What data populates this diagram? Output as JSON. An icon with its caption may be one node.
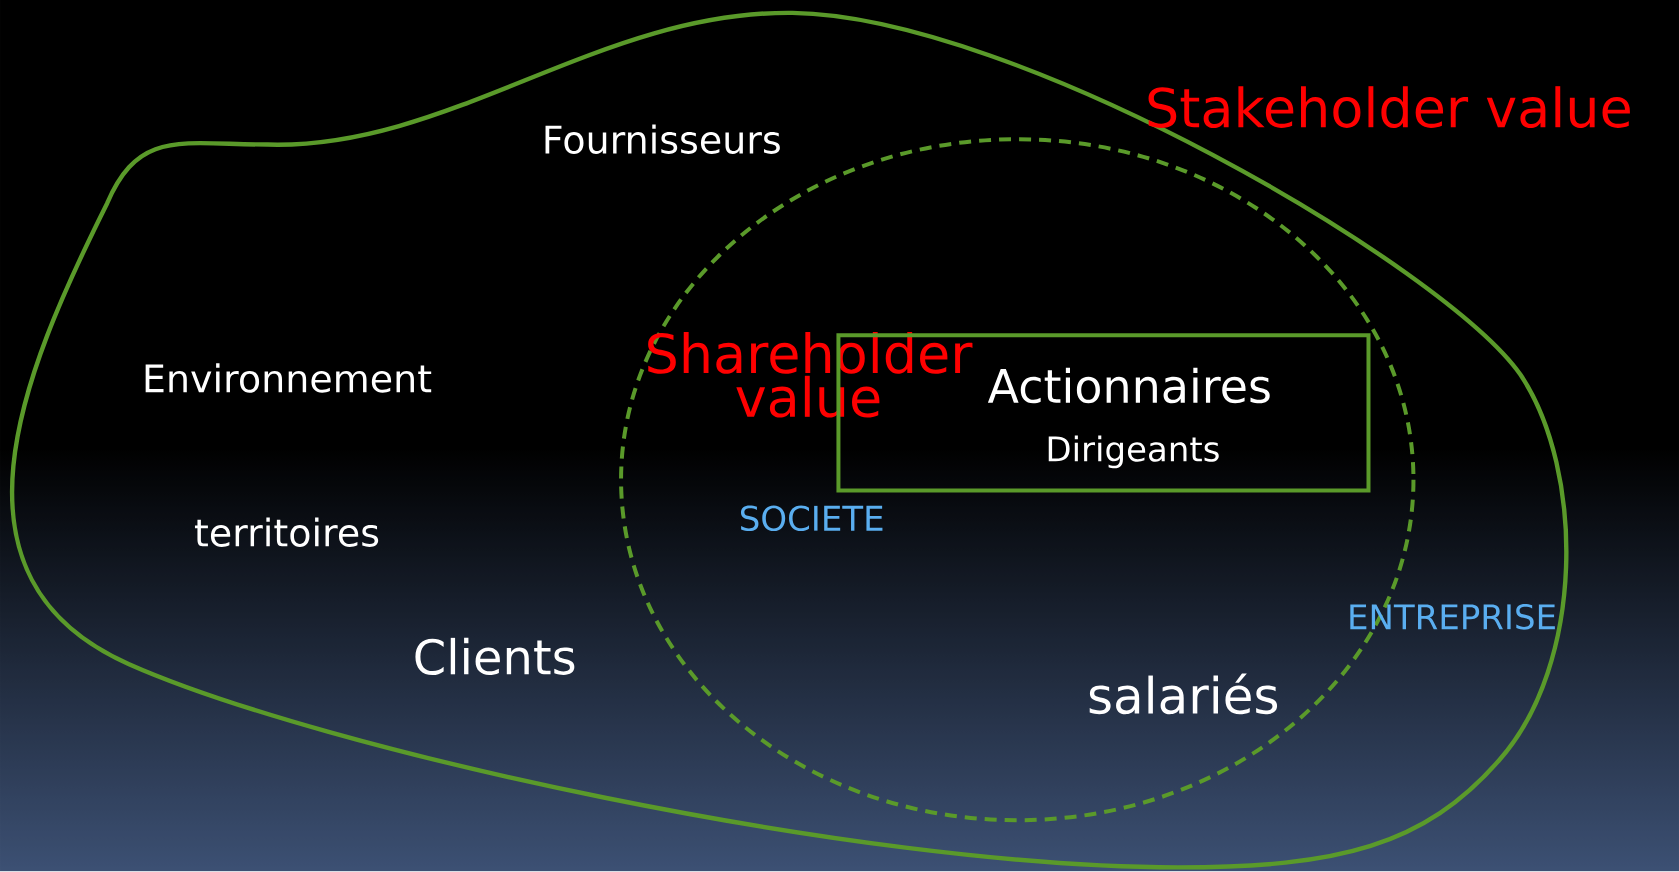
{
  "diagram": {
    "nodes": [
      {
        "text": [
          "Stakeholder value"
        ]
      },
      {
        "text": [
          "Shareholder value",
          "SOCIETE",
          "salariés"
        ],
        "in": 0
      },
      {
        "text": [
          "Actionnaires",
          "Dirigeants"
        ],
        "in": 1
      }
    ],
    "labels": [
      "Fournisseurs",
      "Environnement",
      "territoires",
      "Clients",
      "ENTREPRISE"
    ]
  }
}
